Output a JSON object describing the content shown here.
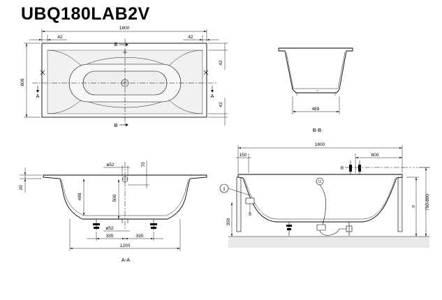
{
  "model": "UBQ180LAB2V",
  "plan": {
    "width": "1800",
    "rim_left": "42",
    "rim_right": "42",
    "height": "800",
    "rim_top": "42",
    "rim_bottom": "42",
    "section_b_top": "B",
    "section_b_bottom": "B",
    "section_a_left": "A",
    "section_a_right": "A"
  },
  "section_bb": {
    "width": "489",
    "label": "B-B"
  },
  "section_aa": {
    "waste_dia_top": "ø52",
    "waste_offset": "70",
    "rim_thickness": "20",
    "inner_depth": "488",
    "depth_500": "500",
    "waste_dia_bottom": "ø52",
    "foot_left": "335",
    "foot_right": "335",
    "base_width": "1200",
    "label": "A-A"
  },
  "elevation": {
    "length": "1800",
    "edge_150": "150",
    "tap_600": "600",
    "marker_r": "R",
    "marker_i": "I",
    "marker_s": "S",
    "height_350": "350",
    "height_h": "h",
    "height_range": "750-800"
  }
}
